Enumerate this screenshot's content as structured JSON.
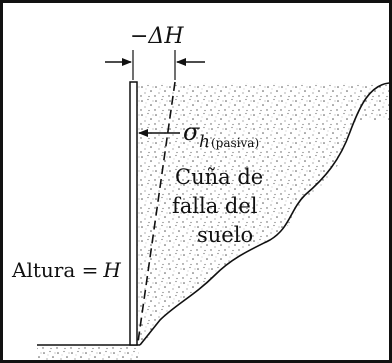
{
  "diagram": {
    "delta_label": "−ΔH",
    "sigma_symbol": "σ",
    "sigma_subscript": "h",
    "sigma_note": "(pasiva)",
    "wedge_label": [
      "Cuña de",
      "falla del",
      "suelo"
    ],
    "height_label": "Altura =",
    "height_var": "H"
  }
}
